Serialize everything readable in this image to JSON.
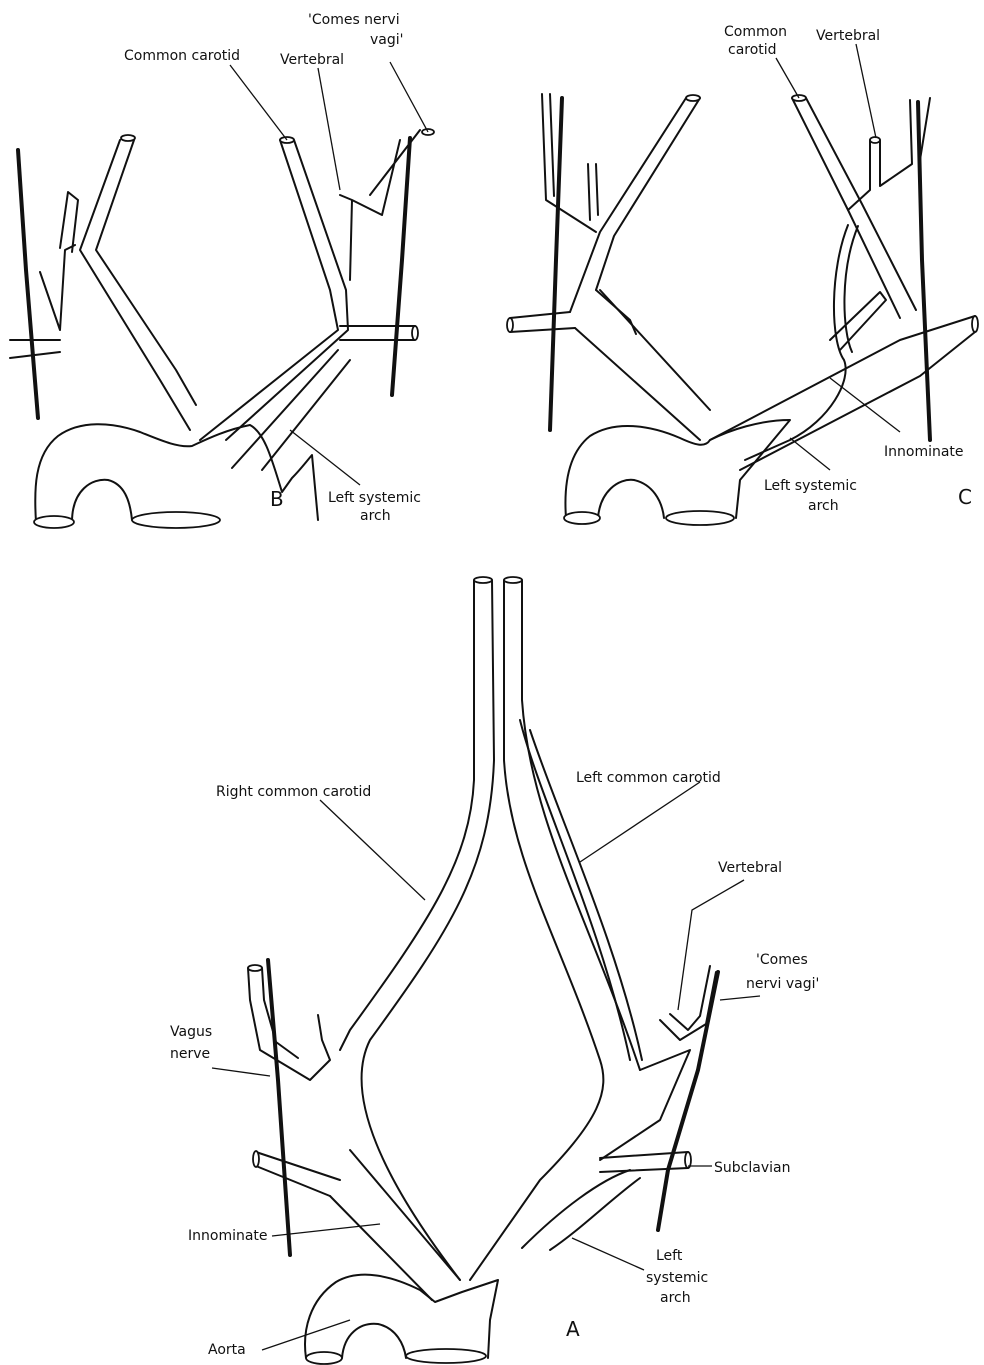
{
  "panel_b": {
    "letter": "B",
    "labels": {
      "comes_1": "'Comes nervi",
      "comes_2": "vagi'",
      "common_carotid": "Common carotid",
      "vertebral": "Vertebral",
      "left_systemic_1": "Left systemic",
      "left_systemic_2": "arch"
    }
  },
  "panel_c": {
    "letter": "C",
    "labels": {
      "common_1": "Common",
      "common_2": "carotid",
      "vertebral": "Vertebral",
      "innominate": "Innominate",
      "left_systemic_1": "Left systemic",
      "left_systemic_2": "arch"
    }
  },
  "panel_a": {
    "letter": "A",
    "labels": {
      "right_common_carotid": "Right common carotid",
      "left_common_carotid": "Left common carotid",
      "vertebral": "Vertebral",
      "comes_1": "'Comes",
      "comes_2": "nervi vagi'",
      "vagus_1": "Vagus",
      "vagus_2": "nerve",
      "subclavian": "Subclavian",
      "innominate": "Innominate",
      "left_systemic_1": "Left",
      "left_systemic_2": "systemic",
      "left_systemic_3": "arch",
      "aorta": "Aorta"
    }
  }
}
